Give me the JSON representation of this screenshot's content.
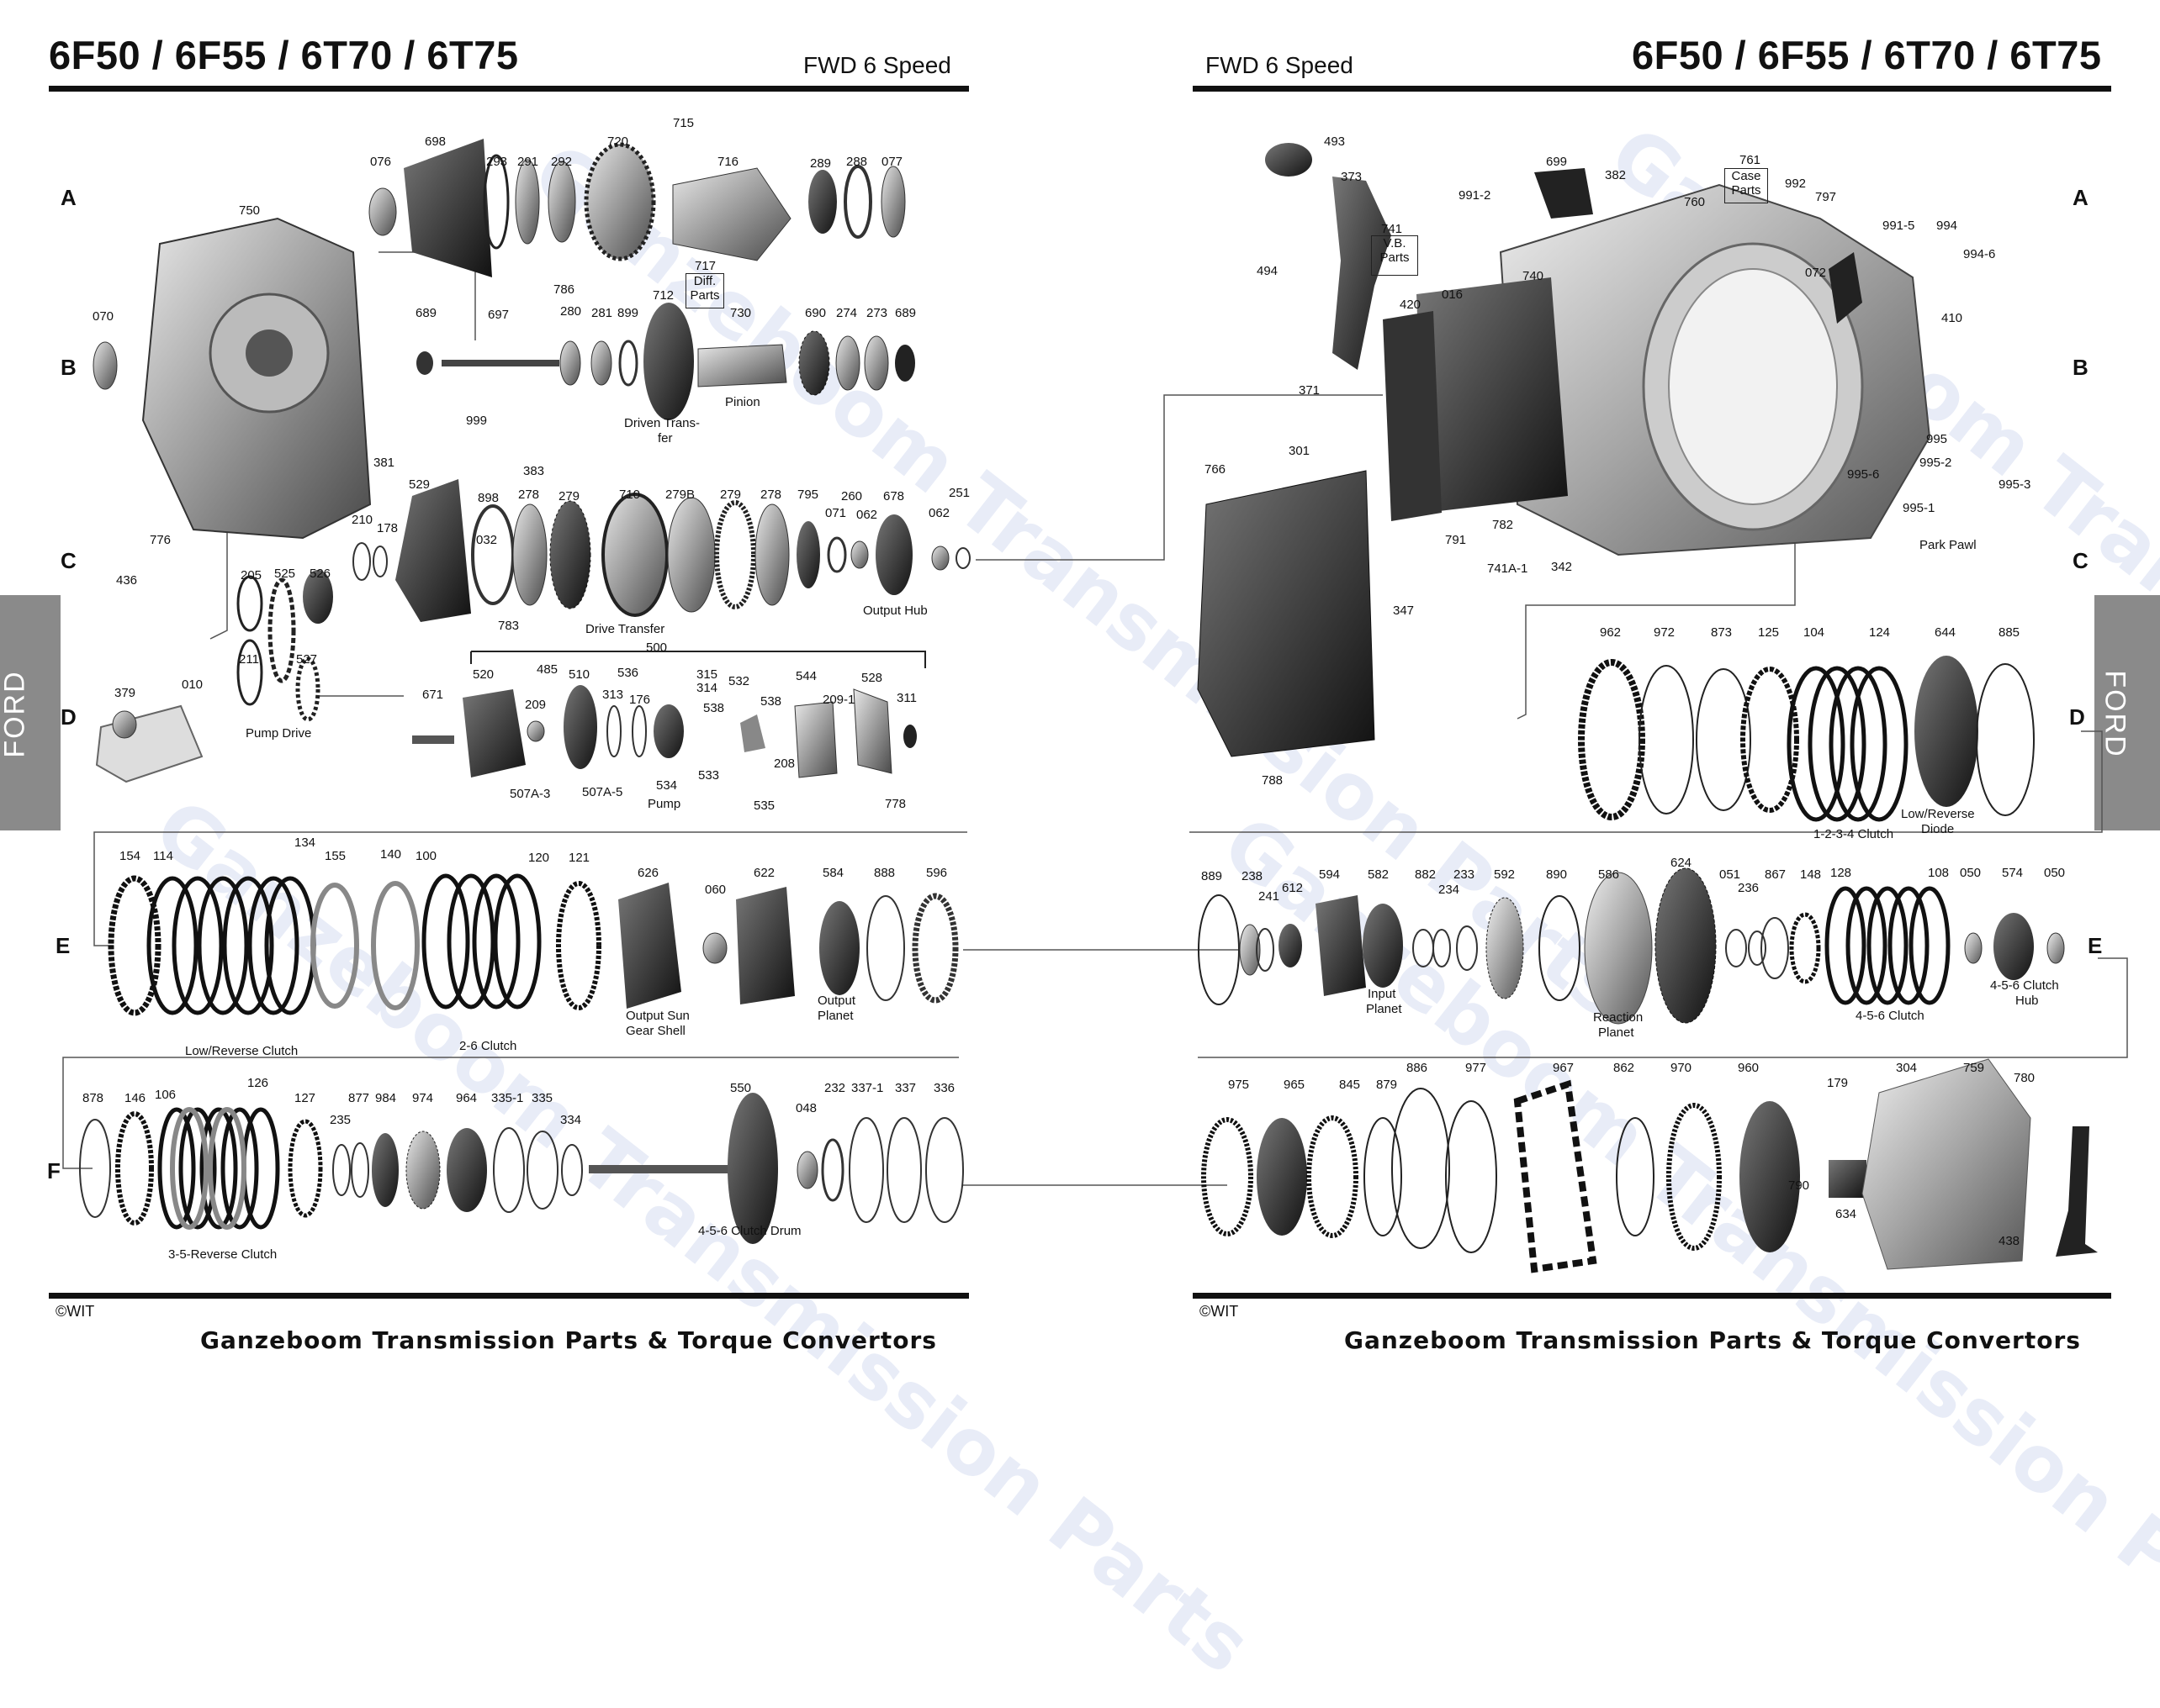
{
  "left_page": {
    "title": "6F50 / 6F55 / 6T70 / 6T75",
    "subtitle": "FWD 6 Speed",
    "copyright": "©WIT",
    "footer": "Ganzeboom Transmission Parts & Torque Convertors"
  },
  "right_page": {
    "title": "6F50 / 6F55 / 6T70 / 6T75",
    "subtitle": "FWD 6 Speed",
    "copyright": "©WIT",
    "footer": "Ganzeboom Transmission Parts & Torque Convertors"
  },
  "row_letters": [
    "A",
    "B",
    "C",
    "D",
    "E",
    "F"
  ],
  "side_tab": "FORD",
  "watermark": "Ganzeboom Transmission Parts",
  "left_labels": {
    "row_a": [
      "076",
      "698",
      "293",
      "291",
      "292",
      "720",
      "716",
      "289",
      "288",
      "077",
      "715",
      "786",
      "717",
      "Diff.",
      "Parts",
      "750"
    ],
    "row_b": [
      "070",
      "689",
      "697",
      "280",
      "281",
      "899",
      "712",
      "730",
      "690",
      "274",
      "273",
      "689",
      "Driven Trans-",
      "fer",
      "Pinion"
    ],
    "row_c": [
      "999",
      "381",
      "383",
      "529",
      "898",
      "032",
      "278",
      "279",
      "710",
      "279B",
      "279",
      "278",
      "795",
      "260",
      "071",
      "062",
      "678",
      "251",
      "062",
      "210",
      "178",
      "776",
      "436",
      "205",
      "525",
      "526",
      "783",
      "Drive Transfer",
      "Output Hub"
    ],
    "row_d": [
      "500",
      "211",
      "527",
      "Pump Drive",
      "379",
      "010",
      "671",
      "520",
      "485",
      "510",
      "536",
      "315",
      "314",
      "532",
      "544",
      "528",
      "209",
      "313",
      "176",
      "538",
      "538",
      "209-1",
      "311",
      "533",
      "208",
      "534",
      "Pump",
      "507A-3",
      "507A-5",
      "535",
      "778"
    ],
    "row_e": [
      "154",
      "114",
      "134",
      "155",
      "140",
      "100",
      "120",
      "121",
      "626",
      "060",
      "622",
      "584",
      "888",
      "596",
      "Low/Reverse Clutch",
      "2-6 Clutch",
      "Output Sun",
      "Gear Shell",
      "Output",
      "Planet"
    ],
    "row_f": [
      "878",
      "146",
      "106",
      "126",
      "127",
      "235",
      "877",
      "984",
      "974",
      "964",
      "335-1",
      "335",
      "334",
      "550",
      "048",
      "232",
      "337-1",
      "337",
      "336",
      "3-5-Reverse Clutch",
      "4-5-6 Clutch Drum"
    ]
  },
  "right_labels": {
    "row_a": [
      "493",
      "373",
      "699",
      "382",
      "761",
      "Case",
      "Parts",
      "992",
      "797",
      "991-2",
      "760",
      "991-5",
      "994",
      "994-6",
      "741",
      "V.B.",
      "Parts",
      "494"
    ],
    "row_b": [
      "420",
      "016",
      "740",
      "072",
      "410",
      "371",
      "301"
    ],
    "row_c": [
      "995",
      "995-6",
      "995-2",
      "995-3",
      "995-1",
      "Park Pawl",
      "766",
      "791",
      "782",
      "741A-1",
      "342",
      "347"
    ],
    "row_d": [
      "962",
      "972",
      "873",
      "125",
      "104",
      "124",
      "644",
      "885",
      "788",
      "1-2-3-4 Clutch",
      "Low/Reverse",
      "Diode"
    ],
    "row_e": [
      "889",
      "238",
      "241",
      "612",
      "594",
      "582",
      "882",
      "233",
      "234",
      "592",
      "890",
      "586",
      "624",
      "051",
      "236",
      "867",
      "148",
      "128",
      "108",
      "050",
      "574",
      "050",
      "Input",
      "Planet",
      "Reaction",
      "Planet",
      "4-5-6 Clutch",
      "4-5-6 Clutch",
      "Hub"
    ],
    "row_f": [
      "975",
      "965",
      "845",
      "879",
      "886",
      "977",
      "967",
      "862",
      "970",
      "960",
      "179",
      "790",
      "634",
      "304",
      "759",
      "780",
      "438"
    ]
  }
}
